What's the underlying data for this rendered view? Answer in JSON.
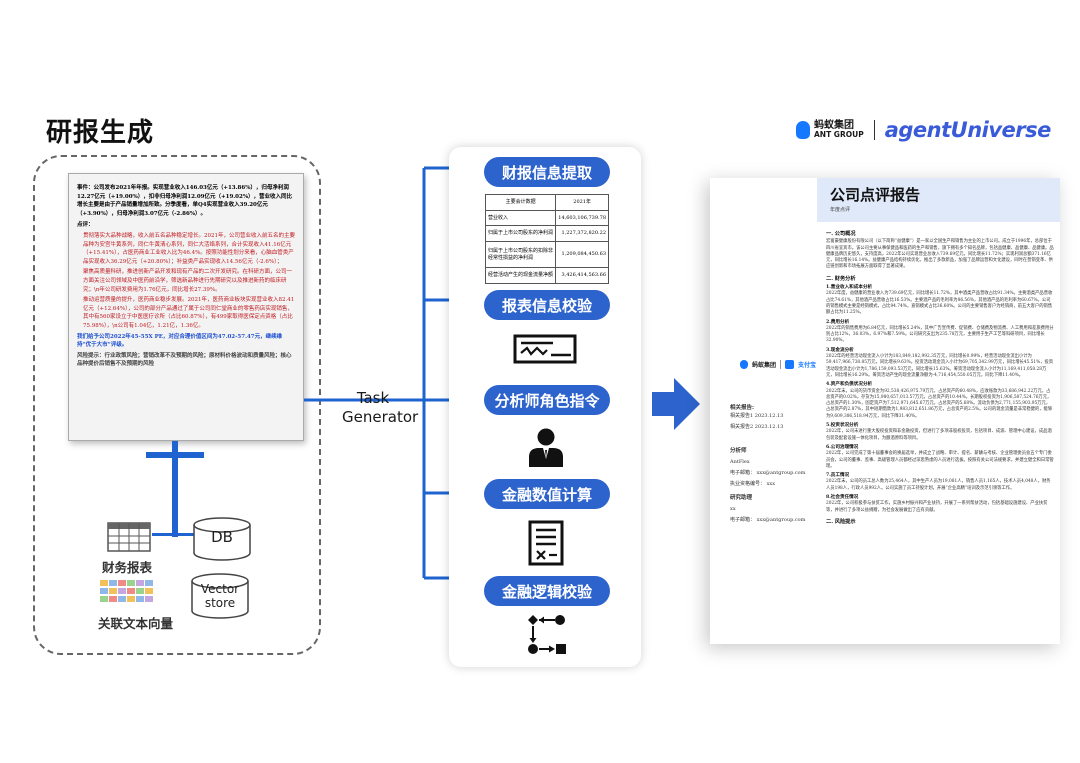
{
  "page_title": "研报生成",
  "logo": {
    "ant_cn": "蚂蚁集团",
    "ant_en": "ANT GROUP",
    "agentuniverse": "agentUniverse"
  },
  "source_doc": {
    "event": "事件：公司发布2021年年报。实现营业收入146.03亿元（+13.86%），归母净利润12.27亿元（+19.00%），扣非归母净利润12.09亿元（+19.02%），营业收入同比增长主要是由于产品销量增加所致。分季度看，单Q4实现营业收入39.20亿元（+3.90%），归母净利润3.07亿元（-2.86%）。",
    "comment_title": "点评：",
    "bullet1": "贯彻落实大品种战略，收入前五名品种稳定增长。2021年，公司营业收入前五名的主要品种为安宫牛黄系列，同仁牛黄清心系列，同仁大活络系列，合计实现收入41.16亿元（+15.41%），占医药商业工业收入比为46.4%。按照功能性划分来看，心脑血管类产品实现收入36.29亿元（+20.80%）；补益类产品实现收入14.56亿元（-2.6%）；",
    "bullet2": "聚焦高质量科研，推进创新产品开发和现有产品的二次开发研究。在科研方面，公司一方面关注公司领域及中医药前沿学，筛选新品种进行先期研究以及推进新药的临床研究；\\n年公司研发费用为1.76亿元，同比增长27.39%。",
    "bullet3": "推动运营质量的提升，医药商业稳步发展。2021年，医药商业板块实现营业收入82.41亿元（+12.64%），公司的部分产品通过了属于公司同仁堂商业的零售药店实现销售，其中有560家设立于中医医疗诊所（占比60.87%），有499家取得医保定点资格（占比75.98%），\\n公司有1.04亿，1.21亿，1.36亿。",
    "forecast": "我们给予公司2022年45-55X PE，对应合理价值区间为47.02-57.47元，继续维持“优于大市”评级。",
    "risk": "风险提示：行业政策风险；营销改革不及预期的风险；原材料价格波动和质量风险；核心品种提价后销售不及预期的风险"
  },
  "left_labels": {
    "db": "DB",
    "financial_report": "财务报表",
    "vector_store_line1": "Vector",
    "vector_store_line2": "store",
    "related_vectors": "关联文本向量"
  },
  "task_generator": {
    "line1": "Task",
    "line2": "Generator"
  },
  "tasks": [
    {
      "label": "财报信息提取"
    },
    {
      "label": "报表信息校验"
    },
    {
      "label": "分析师角色指令"
    },
    {
      "label": "金融数值计算"
    },
    {
      "label": "金融逻辑校验"
    }
  ],
  "mini_table": {
    "header": [
      "主要会计数据",
      "2021年"
    ],
    "rows": [
      [
        "营业收入",
        "14,603,106,739.78"
      ],
      [
        "归属于上市公司股东的净利润",
        "1,227,372,820.22"
      ],
      [
        "归属于上市公司股东的扣除非经常性损益的净利润",
        "1,209,084,450.63"
      ],
      [
        "经营活动产生的现金流量净额",
        "3,426,414,563.66"
      ]
    ]
  },
  "report": {
    "title": "公司点评报告",
    "subtitle": "年度点评",
    "side_brand_ant": "蚂蚁集团",
    "side_brand_alipay": "支付宝",
    "related_title": "相关报告:",
    "related_1": "相关报告1 2023.12.13",
    "related_2": "相关报告2 2023.12.13",
    "analyst_title": "分析师",
    "analyst_name": "AntFlex",
    "email_1": "电子邮箱：  xxx@antgroup.com",
    "license": "执业资格编号：  xxx",
    "contact_title": "研究助理",
    "contact_name": "xx",
    "email_2": "电子邮箱：  xxx@antgroup.com",
    "sections": [
      {
        "heading": "一. 公司概况",
        "text": "宏富豪健康股份有限公司（以下简称“益健康”）是一家以全国生产和销售为主业的上市公司。成立于1996年，总部位于四川省宜宾市。该公司主要从事保健品和医药的生产和销售，旗下拥有多个知名品牌，包括品健康、品健康、品健康。品健康品牌历史悠久，支持度高，2022年公司实现营业总收入739.69亿元，同比增长11.72%；实现利润总额371.16亿元，同比增长16.14%。益健康产品结构持续优化，推出了多款新品，加强了品牌运营和文化建设，同时在营销变革、供应链创新和市场拓展方面取得了显著成果。"
      },
      {
        "heading": "二. 财务分析",
        "text": ""
      },
      {
        "heading": "1.营业收入和成本分析",
        "text": "2022年度，益健康的营业收入为739.69亿元，同比增长11.72%，其中酒类产品营收占比91.34%。主要酒类产品营收占比74.61%，其他酒产品营收占比16.53%。主要酒产品的毛利率为86.56%，其他酒产品的毛利率为60.67%。公司的销售模式主要是经销模式，占比94.74%，直销模式占比36.60%。公司的主要销售客户为经销商，前五大客户的销售额占比为11.25%。"
      },
      {
        "heading": "2.费用分析",
        "text": "2022年的销售费用为6.84亿元，同比增长5.24%，其中广告宣传费、促销费、仓储费及物流费、人工费用和差旅费用分别占比12%，36.03%，6.97%和7.59%。公司研究支出为235.78万元，主要用于生产工艺等科研项目，同比增长32.90%。"
      },
      {
        "heading": "3.现金流分析",
        "text": "2022年的经营活动现金流入小计为183,849,182,992.35万元，同比增长0.99%，经营活动现金流出小计为59,417,966,738.85万元，同比增长9.63%。投资活动现金流入小计为69,705,342.99万元，同比增长45.51%，投资活动现金流出小计为1,786,159,093.53万元，同比增长15.63%。筹资活动现金流入小计为11,169,411,058.28万元，同比增长16.29%。筹资活动产生的现金流量净额为-4,716,454,550.05万元，同比下降11.40%。"
      },
      {
        "heading": "4.资产和负债状况分析",
        "text": "2022年末，公司的货币资金为92,538,426,975.79万元，占总资产的60.48%，应收账款为33,686,942.22万元，占总资产的0.02%，存货为15,980,657,013.57万元，占总资产的10.44%，长期股权投资为1,906,587,524.76万元，占总资产的1.30%，固定资产为7,512,971,645.67万元，占总资产的5.68%。流动负债为2,771,155,903.95万元，占总资产的2.87%，其中短期借款为1,983,812,651.86万元，占总资产的2.5%。公司的现金流量是非常稳健的，能够为9,609,386,518.94万元，同比下降31.40%。"
      },
      {
        "heading": "5.投资状况分析",
        "text": "2022年，公司未进行重大股权投资和非金融投资，但进行了多项非股权投资，包括项目、成渝、管理中心建设，成品酒包装及配套设施一体化项目，为酿酒原料等项目。"
      },
      {
        "heading": "6.公司治理情况",
        "text": "2022年，公司完成了第十届董事会的换届选举，并成立了战略、审计、提名、薪酬与考核、企业管理委员会五个专门委员会，公司的董事、监事、高级管理人员都经过深思熟虑的人员进行选拔。按照有关公司法规要求，并建立健全和日常管理。"
      },
      {
        "heading": "7.员工情况",
        "text": "2022年末，公司的员工总人数为25,464人，其中生产人员为19,081人，销售人员1,165人，技术人员4,048人，财务人员198人，行政人员992人。公司实施了员工持股计划，开展“企业高精”培训及示范引领等工作。"
      },
      {
        "heading": "8.社会责任情况",
        "text": "2022年，公司积极参与扶贫工作，实施乡村振兴和产业扶持，开展了一系列帮扶活动，包括基础设施建设、产业扶贫等，并进行了多项公益捐赠，为社会发展做出了应有贡献。"
      },
      {
        "heading": "二. 风险提示",
        "text": ""
      }
    ]
  },
  "colors": {
    "accent_blue": "#2d63cc",
    "line_blue": "#1e63d0",
    "doc_red": "#c0191f",
    "doc_blue": "#1c4fd1",
    "report_header": "#dfe9f9"
  },
  "icons": [
    "table-icon",
    "cheque-icon",
    "analyst-person-icon",
    "calculator-sheet-icon",
    "logic-flow-icon",
    "database-icon",
    "vector-store-icon",
    "arrow-right-icon"
  ]
}
